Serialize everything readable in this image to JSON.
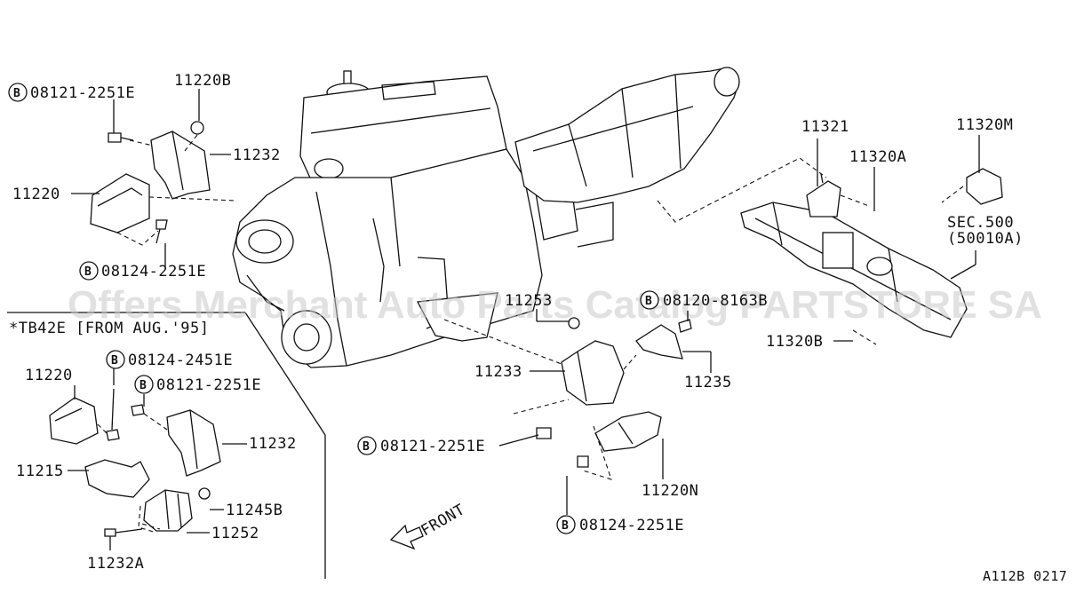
{
  "labels": {
    "bolt_top_left": "08121-2251E",
    "nut_top": "11220B",
    "bracket_left": "11232",
    "mount_left": "11220",
    "bolt_left_lower": "08124-2251E",
    "note_section": "*TB42E [FROM AUG.'95]",
    "mount_inset": "11220",
    "bolt_inset_1": "08124-2451E",
    "bolt_inset_2": "08121-2251E",
    "bracket_inset": "11232",
    "insulator_inset": "11215",
    "nut_inset": "11245B",
    "stopper_inset": "11252",
    "bolt_inset_3": "11232A",
    "front_label": "FRONT",
    "part_11321": "11321",
    "part_11320M": "11320M",
    "part_11320A": "11320A",
    "sec_ref_1": "SEC.500",
    "sec_ref_2": "(50010A)",
    "part_11320B": "11320B",
    "nut_center": "11253",
    "bolt_center_top": "08120-8163B",
    "bracket_center": "11233",
    "bracket_right": "11235",
    "bolt_center_lower": "08121-2251E",
    "mount_right": "11220N",
    "bolt_right_lower": "08124-2251E",
    "diagram_code": "A112B 0217"
  },
  "bolt_symbol": "B",
  "watermark": "Offers Merchant Auto Parts Catalog PARTSTORE SA"
}
